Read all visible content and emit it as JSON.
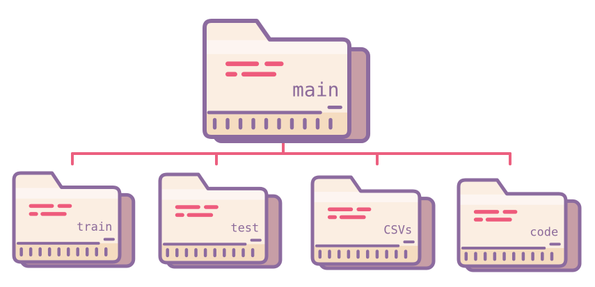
{
  "colors": {
    "outline": "#8c6b9f",
    "paper": "#fbeee2",
    "paper_top": "#fdf5f1",
    "bottom_strip": "#f5dcc0",
    "back_panel": "#c79ea6",
    "accent": "#ee5b7c",
    "connector": "#ec5f7f",
    "label_text": "#8c6a9a"
  },
  "tree": {
    "root": {
      "label": "main",
      "icon": "folder-icon"
    },
    "children": [
      {
        "label": "train",
        "icon": "folder-icon"
      },
      {
        "label": "test",
        "icon": "folder-icon"
      },
      {
        "label": "CSVs",
        "icon": "folder-icon"
      },
      {
        "label": "code",
        "icon": "folder-icon"
      }
    ]
  }
}
